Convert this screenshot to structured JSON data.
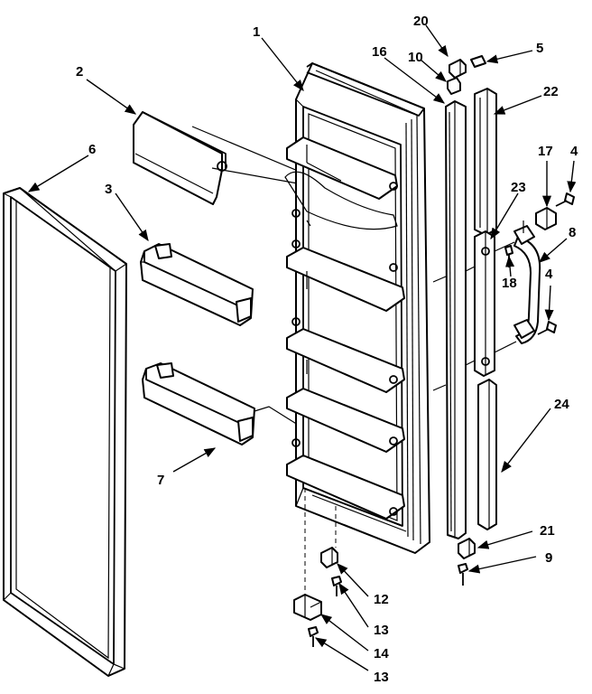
{
  "diagram": {
    "callouts": [
      {
        "id": "c1",
        "label": "1"
      },
      {
        "id": "c2",
        "label": "2"
      },
      {
        "id": "c3",
        "label": "3"
      },
      {
        "id": "c4a",
        "label": "4"
      },
      {
        "id": "c4b",
        "label": "4"
      },
      {
        "id": "c5",
        "label": "5"
      },
      {
        "id": "c6",
        "label": "6"
      },
      {
        "id": "c7",
        "label": "7"
      },
      {
        "id": "c8",
        "label": "8"
      },
      {
        "id": "c9",
        "label": "9"
      },
      {
        "id": "c10",
        "label": "10"
      },
      {
        "id": "c12",
        "label": "12"
      },
      {
        "id": "c13a",
        "label": "13"
      },
      {
        "id": "c13b",
        "label": "13"
      },
      {
        "id": "c14",
        "label": "14"
      },
      {
        "id": "c16",
        "label": "16"
      },
      {
        "id": "c17",
        "label": "17"
      },
      {
        "id": "c18",
        "label": "18"
      },
      {
        "id": "c20",
        "label": "20"
      },
      {
        "id": "c21",
        "label": "21"
      },
      {
        "id": "c22",
        "label": "22"
      },
      {
        "id": "c23",
        "label": "23"
      },
      {
        "id": "c24",
        "label": "24"
      }
    ]
  }
}
